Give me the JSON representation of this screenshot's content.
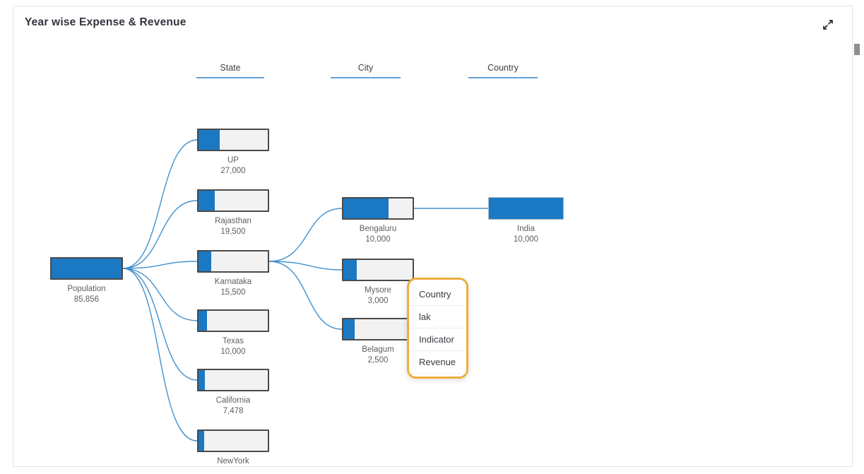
{
  "card": {
    "title": "Year wise Expense & Revenue"
  },
  "icons": {
    "expand": "expand-diagonal-arrows"
  },
  "tooltip": {
    "items": [
      "Country",
      "lak",
      "Indicator",
      "Revenue"
    ]
  },
  "colors": {
    "accent_blue": "#1B79C4",
    "connector_blue": "#2F86C7",
    "header_underline": "#63A1D8",
    "tooltip_border": "#EFAE3F",
    "bar_track": "#F2F2F2",
    "bar_border": "#4A4A4A"
  },
  "chart_data": {
    "type": "decomposition-tree",
    "title": "Year wise Expense & Revenue",
    "levels": [
      "State",
      "City",
      "Country"
    ],
    "root": {
      "label": "Population",
      "value": "85,856",
      "fill_pct": 100
    },
    "states": [
      {
        "label": "UP",
        "value": "27,000",
        "fill_pct": 31
      },
      {
        "label": "Rajasthan",
        "value": "19,500",
        "fill_pct": 23
      },
      {
        "label": "Karnataka",
        "value": "15,500",
        "fill_pct": 18
      },
      {
        "label": "Texas",
        "value": "10,000",
        "fill_pct": 12
      },
      {
        "label": "California",
        "value": "7,478",
        "fill_pct": 9
      },
      {
        "label": "NewYork",
        "value": "",
        "fill_pct": 8
      }
    ],
    "cities": [
      {
        "label": "Bengaluru",
        "value": "10,000",
        "fill_pct": 65,
        "parent": "Karnataka"
      },
      {
        "label": "Mysore",
        "value": "3,000",
        "fill_pct": 19,
        "parent": "Karnataka"
      },
      {
        "label": "Belagum",
        "value": "2,500",
        "fill_pct": 16,
        "parent": "Karnataka"
      }
    ],
    "countries": [
      {
        "label": "India",
        "value": "10,000",
        "fill_pct": 100,
        "parent": "Bengaluru"
      }
    ],
    "edges": [
      [
        "Population",
        "UP"
      ],
      [
        "Population",
        "Rajasthan"
      ],
      [
        "Population",
        "Karnataka"
      ],
      [
        "Population",
        "Texas"
      ],
      [
        "Population",
        "California"
      ],
      [
        "Population",
        "NewYork"
      ],
      [
        "Karnataka",
        "Bengaluru"
      ],
      [
        "Karnataka",
        "Mysore"
      ],
      [
        "Karnataka",
        "Belagum"
      ],
      [
        "Bengaluru",
        "India"
      ]
    ]
  }
}
